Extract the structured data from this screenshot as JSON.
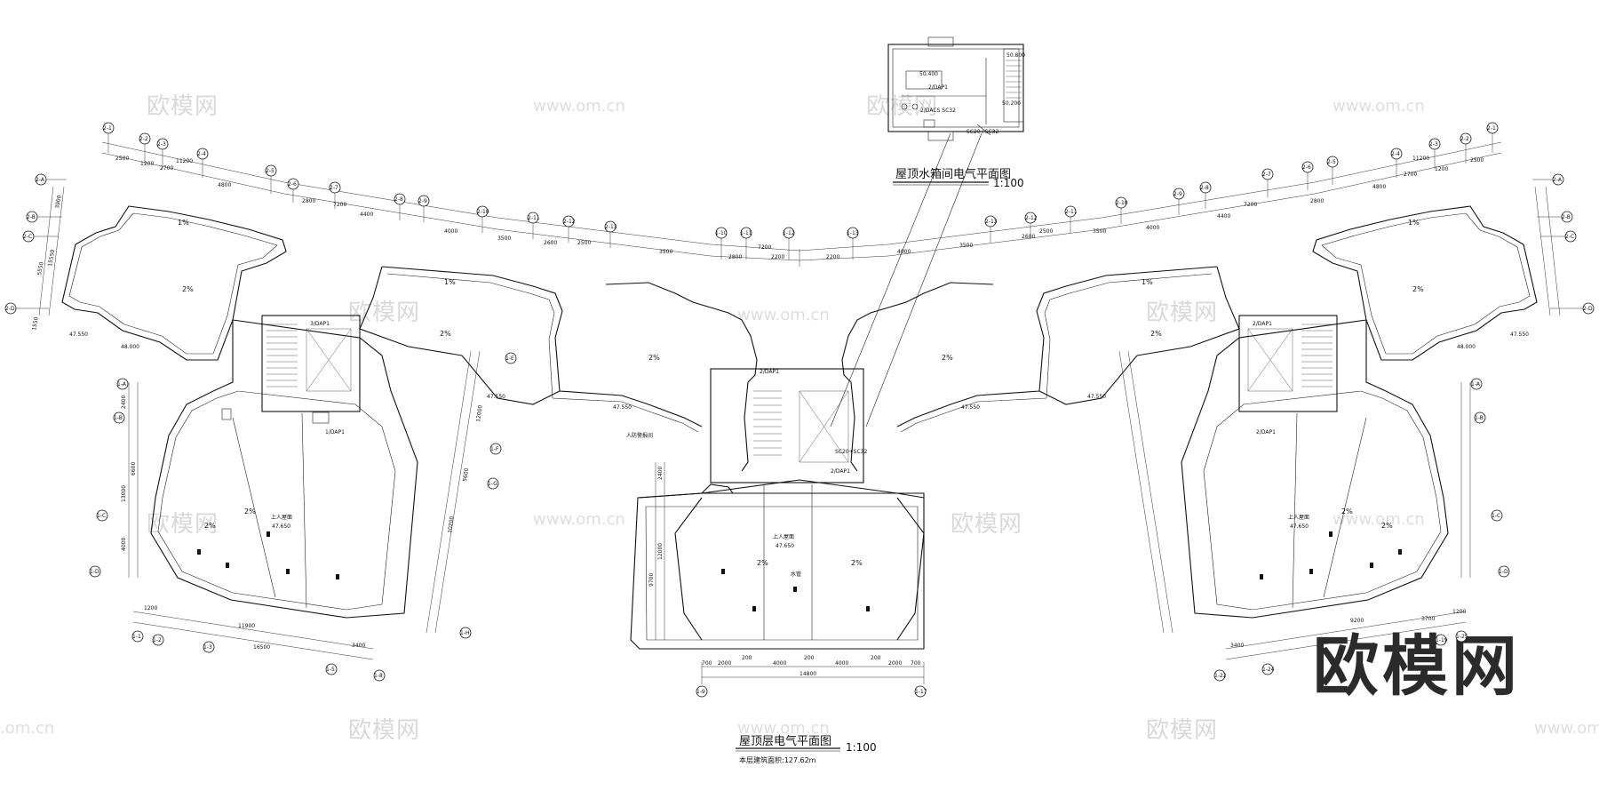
{
  "drawing": {
    "main_title": "屋顶层电气平面图",
    "main_scale": "1:100",
    "area_note": "本层建筑面积:127.62m",
    "inset_title": "屋顶水箱间电气平面图",
    "inset_scale": "1:100"
  },
  "watermarks": {
    "logo_text": "欧模网",
    "url_text": "www.om.cn",
    "url_partial": ".om.cn",
    "brand_mark": "欧模网"
  },
  "room_labels": {
    "roof_upper": "上人屋面",
    "elev_main": "47.650",
    "elev_left": "47.650",
    "elev_right": "47.650",
    "elev_wing_l": "47.550",
    "elev_wing_r": "47.550",
    "elev_top_l": "48.000",
    "elev_top_r": "48.000",
    "slope_2": "2%",
    "slope_1": "1%",
    "panel_1": "1/DAP1",
    "panel_2": "2/DAP1",
    "panel_3": "3/DAP1",
    "cable_1": "SC20+SC32",
    "cable_2": "2/DACS SC32",
    "pipe": "水管",
    "access": "人防警报间",
    "tank_1": "50.400",
    "tank_2": "50.800",
    "tank_3": "50.200"
  },
  "dimensions": {
    "top_row_left": [
      "2500",
      "1200",
      "2700",
      "11200",
      "4800",
      "2800",
      "7200",
      "4400",
      "4000",
      "3500",
      "2600",
      "2500",
      "3500"
    ],
    "top_row_center": [
      "2800",
      "2200",
      "2200",
      "7200"
    ],
    "top_row_right": [
      "4000",
      "3500",
      "2600",
      "2500",
      "3500",
      "4000",
      "4400",
      "7200",
      "2800",
      "4800",
      "2700",
      "1200",
      "2500",
      "11200"
    ],
    "left_vertical": [
      "3900",
      "15550",
      "5550",
      "1550"
    ],
    "bottom_left": [
      "1200",
      "11900",
      "16500",
      "3400"
    ],
    "bottom_center": [
      "700",
      "2000",
      "200",
      "4000",
      "200",
      "4000",
      "200",
      "2000",
      "700",
      "14800"
    ],
    "bottom_right": [
      "3400",
      "9200",
      "3700",
      "1200"
    ],
    "center_vertical": [
      "2400",
      "12000",
      "9700"
    ],
    "side_vertical": [
      "2400",
      "6600",
      "13000",
      "4000",
      "5600",
      "12000",
      "10200"
    ]
  },
  "grid_axes": {
    "top_left": [
      "2-1",
      "2-2",
      "2-3",
      "2-4",
      "2-5",
      "2-6",
      "2-7",
      "2-8",
      "2-9",
      "2-10",
      "2-11",
      "2-12",
      "2-13"
    ],
    "top_center": [
      "1-10",
      "1-11",
      "1-12",
      "1-13"
    ],
    "top_right": [
      "2-13",
      "2-12",
      "2-11",
      "2-10",
      "2-9",
      "2-8",
      "2-7",
      "2-6",
      "2-5",
      "2-4",
      "2-3",
      "2-2",
      "2-1"
    ],
    "side_left": [
      "2-A",
      "2-B",
      "2-C",
      "2-D"
    ],
    "side_right": [
      "2-A",
      "2-B",
      "2-C",
      "2-D"
    ],
    "mid_left": [
      "1-A",
      "1-B",
      "1-C",
      "1-D"
    ],
    "mid_right": [
      "1-A",
      "1-B",
      "1-C",
      "1-D"
    ],
    "bottom_left": [
      "1-1",
      "1-2",
      "1-3",
      "1-5",
      "1-8"
    ],
    "bottom_center": [
      "1-9",
      "1-17"
    ],
    "bottom_right": [
      "1-22",
      "1-24",
      "1-19",
      "1-25"
    ],
    "inner": [
      "1-E",
      "1-F",
      "1-G",
      "1-H"
    ]
  }
}
